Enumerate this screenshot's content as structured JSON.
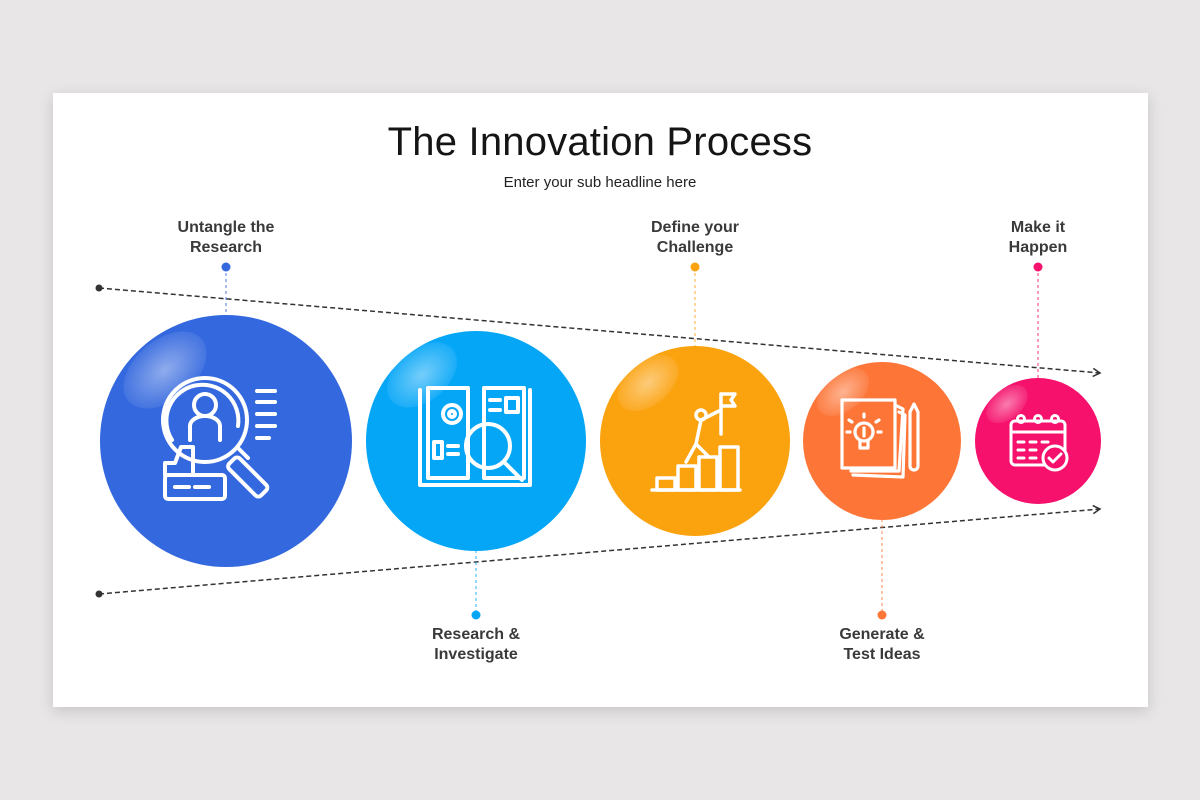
{
  "slide": {
    "title": "The Innovation Process",
    "subtitle": "Enter your sub headline here"
  },
  "steps": [
    {
      "line1": "Untangle the",
      "line2": "Research",
      "position": "top",
      "color": "#3468de",
      "icon": "user-search-icon"
    },
    {
      "line1": "Research &",
      "line2": "Investigate",
      "position": "bottom",
      "color": "#06a6f7",
      "icon": "book-gear-magnifier-icon"
    },
    {
      "line1": "Define your",
      "line2": "Challenge",
      "position": "top",
      "color": "#fba20f",
      "icon": "climber-flag-stairs-icon"
    },
    {
      "line1": "Generate &",
      "line2": "Test Ideas",
      "position": "bottom",
      "color": "#fd7537",
      "icon": "idea-paper-pencil-icon"
    },
    {
      "line1": "Make it",
      "line2": "Happen",
      "position": "top",
      "color": "#f5116c",
      "icon": "calendar-check-icon"
    }
  ],
  "colors": {
    "background": "#e8e6e7",
    "slide": "#ffffff",
    "text": "#3a3a3a",
    "funnel_line": "#333333"
  }
}
